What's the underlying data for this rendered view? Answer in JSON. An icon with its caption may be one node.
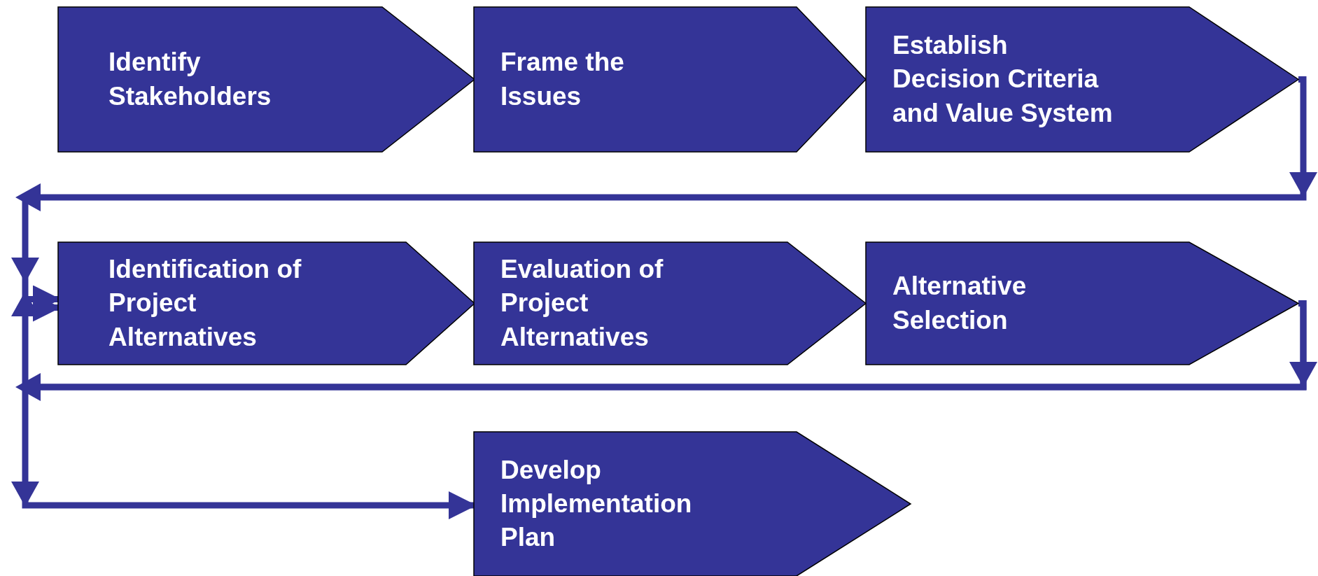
{
  "diagram": {
    "nodes": [
      {
        "text": [
          "Identify Stakeholders"
        ]
      },
      {
        "text": [
          "Frame the Issues"
        ]
      },
      {
        "text": [
          "Establish Decision Criteria and Value System"
        ]
      },
      {
        "text": [
          "Identification of Project Alternatives"
        ]
      },
      {
        "text": [
          "Evaluation of Project Alternatives"
        ]
      },
      {
        "text": [
          "Alternative Selection"
        ]
      },
      {
        "text": [
          "Develop Implementation Plan"
        ]
      }
    ],
    "edges": [
      {
        "from": 2,
        "to": 3,
        "arrow": "to"
      },
      {
        "from": 5,
        "to": 3,
        "arrow": "to"
      },
      {
        "from": 5,
        "to": 6,
        "arrow": "to"
      }
    ]
  }
}
